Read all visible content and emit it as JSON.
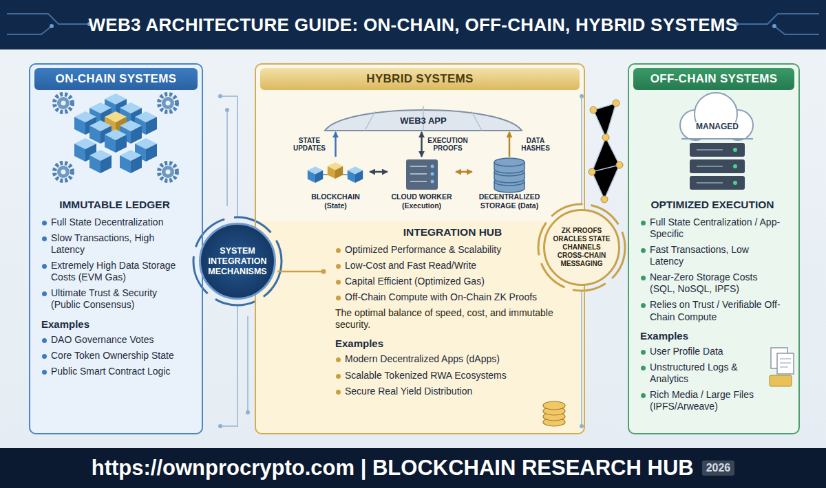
{
  "diagram": {
    "title": "WEB3 ARCHITECTURE GUIDE: ON-CHAIN, OFF-CHAIN, HYBRID SYSTEMS",
    "caption": "https://ownprocrypto.com | BLOCKCHAIN RESEARCH HUB",
    "nodes": [
      {
        "text": [
          "ON-CHAIN SYSTEMS",
          "IMMUTABLE LEDGER",
          "Full State Decentralization",
          "Slow Transactions, High Latency",
          "Extremely High Data Storage Costs (EVM Gas)",
          "Ultimate Trust & Security (Public Consensus)",
          "Examples",
          "DAO Governance Votes",
          "Core Token Ownership State",
          "Public Smart Contract Logic"
        ]
      },
      {
        "text": [
          "HYBRID SYSTEMS",
          "INTEGRATION HUB",
          "Optimized Performance & Scalability",
          "Low-Cost and Fast Read/Write",
          "Capital Efficient (Optimized Gas)",
          "Off-Chain Compute with On-Chain ZK Proofs",
          "The optimal balance of speed, cost, and immutable security.",
          "Examples",
          "Modern Decentralized Apps (dApps)",
          "Scalable Tokenized RWA Ecosystems",
          "Secure Real Yield Distribution"
        ]
      },
      {
        "text": [
          "WEB3 APP"
        ],
        "in": 1
      },
      {
        "text": [
          "BLOCKCHAIN (State)"
        ],
        "in": 1
      },
      {
        "text": [
          "CLOUD WORKER (Execution)"
        ],
        "in": 1
      },
      {
        "text": [
          "DECENTRALIZED STORAGE (Data)"
        ],
        "in": 1
      },
      {
        "text": [
          "OFF-CHAIN SYSTEMS",
          "OPTIMIZED EXECUTION",
          "Full State Centralization / App-Specific",
          "Fast Transactions, Low Latency",
          "Near-Zero Storage Costs (SQL, NoSQL, IPFS)",
          "Relies on Trust / Verifiable Off-Chain Compute",
          "Examples",
          "User Profile Data",
          "Unstructured Logs & Analytics",
          "Rich Media / Large Files (IPFS/Arweave)"
        ]
      },
      {
        "text": [
          "SYSTEM INTEGRATION MECHANISMS"
        ]
      },
      {
        "text": [
          "ZK PROOFS ORACLES STATE CHANNELS CROSS-CHAIN MESSAGING"
        ]
      }
    ],
    "edges": [
      {
        "from": 3,
        "to": 2,
        "label": "STATE UPDATES",
        "arrow": "to"
      },
      {
        "from": 4,
        "to": 2,
        "label": "EXECUTION PROOFS",
        "arrow": "both"
      },
      {
        "from": 5,
        "to": 2,
        "label": "DATA HASHES",
        "arrow": "to"
      },
      {
        "from": 3,
        "to": 4,
        "arrow": "both"
      },
      {
        "from": 4,
        "to": 5,
        "arrow": "both"
      }
    ],
    "labels": [
      "MANAGED",
      "2026"
    ]
  }
}
